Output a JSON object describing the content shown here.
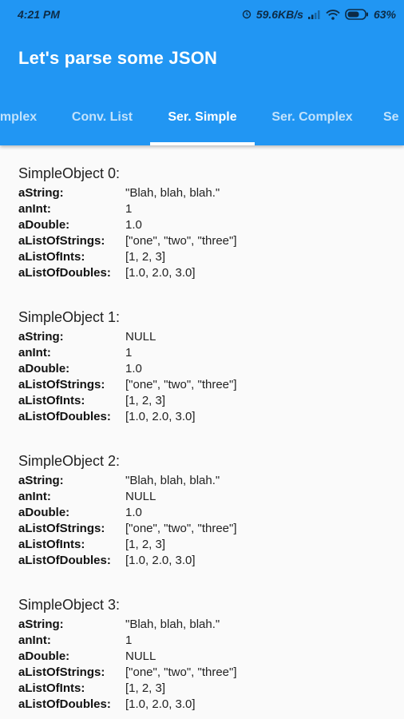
{
  "status_bar": {
    "time": "4:21 PM",
    "network_speed": "59.6KB/s",
    "battery": "63%",
    "icons": [
      "clock-alarm-icon",
      "signal-icon",
      "wifi-icon",
      "battery-icon"
    ]
  },
  "app_bar": {
    "title": "Let's parse some JSON",
    "color": "#2196f3"
  },
  "tabs": [
    {
      "label": "mplex",
      "active": false
    },
    {
      "label": "Conv. List",
      "active": false
    },
    {
      "label": "Ser. Simple",
      "active": true
    },
    {
      "label": "Ser. Complex",
      "active": false
    },
    {
      "label": "Se",
      "active": false
    }
  ],
  "fields": {
    "aString": "aString:",
    "anInt": "anInt:",
    "aDouble": "aDouble:",
    "aListOfStrings": "aListOfStrings:",
    "aListOfInts": "aListOfInts:",
    "aListOfDoubles": "aListOfDoubles:"
  },
  "objects": [
    {
      "title": "SimpleObject 0:",
      "aString": "\"Blah, blah, blah.\"",
      "anInt": "1",
      "aDouble": "1.0",
      "aListOfStrings": "[\"one\", \"two\", \"three\"]",
      "aListOfInts": "[1, 2, 3]",
      "aListOfDoubles": "[1.0, 2.0, 3.0]"
    },
    {
      "title": "SimpleObject 1:",
      "aString": "NULL",
      "anInt": "1",
      "aDouble": "1.0",
      "aListOfStrings": "[\"one\", \"two\", \"three\"]",
      "aListOfInts": "[1, 2, 3]",
      "aListOfDoubles": "[1.0, 2.0, 3.0]"
    },
    {
      "title": "SimpleObject 2:",
      "aString": "\"Blah, blah, blah.\"",
      "anInt": "NULL",
      "aDouble": "1.0",
      "aListOfStrings": "[\"one\", \"two\", \"three\"]",
      "aListOfInts": "[1, 2, 3]",
      "aListOfDoubles": "[1.0, 2.0, 3.0]"
    },
    {
      "title": "SimpleObject 3:",
      "aString": "\"Blah, blah, blah.\"",
      "anInt": "1",
      "aDouble": "NULL",
      "aListOfStrings": "[\"one\", \"two\", \"three\"]",
      "aListOfInts": "[1, 2, 3]",
      "aListOfDoubles": "[1.0, 2.0, 3.0]"
    }
  ]
}
